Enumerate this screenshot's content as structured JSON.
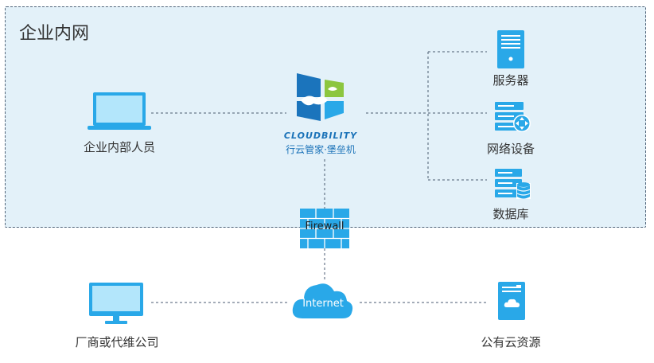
{
  "zone": {
    "title": "企业内网"
  },
  "brand": {
    "wordmark": "CLOUDBILITY",
    "subtitle": "行云管家·堡垒机"
  },
  "nodes": {
    "internal_staff": "企业内部人员",
    "server": "服务器",
    "network_device": "网络设备",
    "database": "数据库",
    "firewall": "Firewall",
    "internet": "Internet",
    "vendor": "厂商或代维公司",
    "public_cloud": "公有云资源"
  },
  "colors": {
    "accent": "#29a8e8",
    "light": "#b3e6fb",
    "zone_bg": "#e3f1f9",
    "brand": "#1a72b8",
    "green": "#8cc63f"
  }
}
